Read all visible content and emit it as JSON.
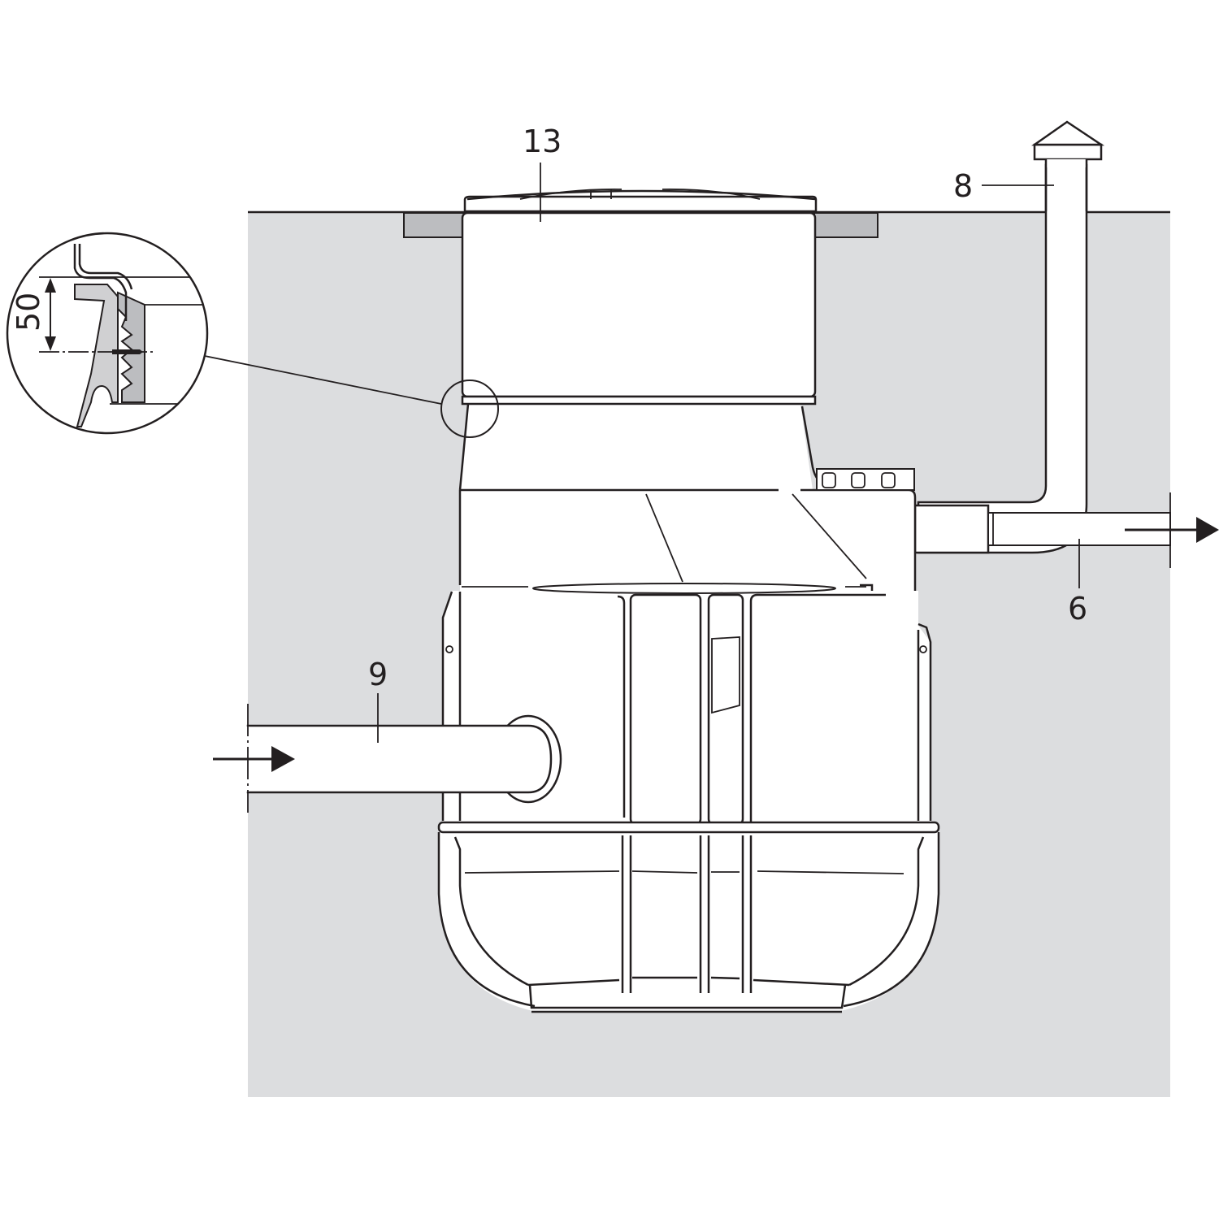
{
  "diagram": {
    "type": "technical-installation-drawing",
    "colors": {
      "ground": "#dcdddf",
      "line": "#231f20",
      "frame": "#bcbdc0",
      "tank": "#ffffff"
    },
    "callouts": [
      {
        "id": "13",
        "label": "13",
        "target": "shaft-extension-cover"
      },
      {
        "id": "8",
        "label": "8",
        "target": "vent-pipe"
      },
      {
        "id": "6",
        "label": "6",
        "target": "discharge-pipe"
      },
      {
        "id": "9",
        "label": "9",
        "target": "inlet-pipe"
      }
    ],
    "detail": {
      "dimension_label": "50"
    },
    "flow_arrows": [
      "inlet-arrow-right",
      "outlet-arrow-right"
    ]
  }
}
